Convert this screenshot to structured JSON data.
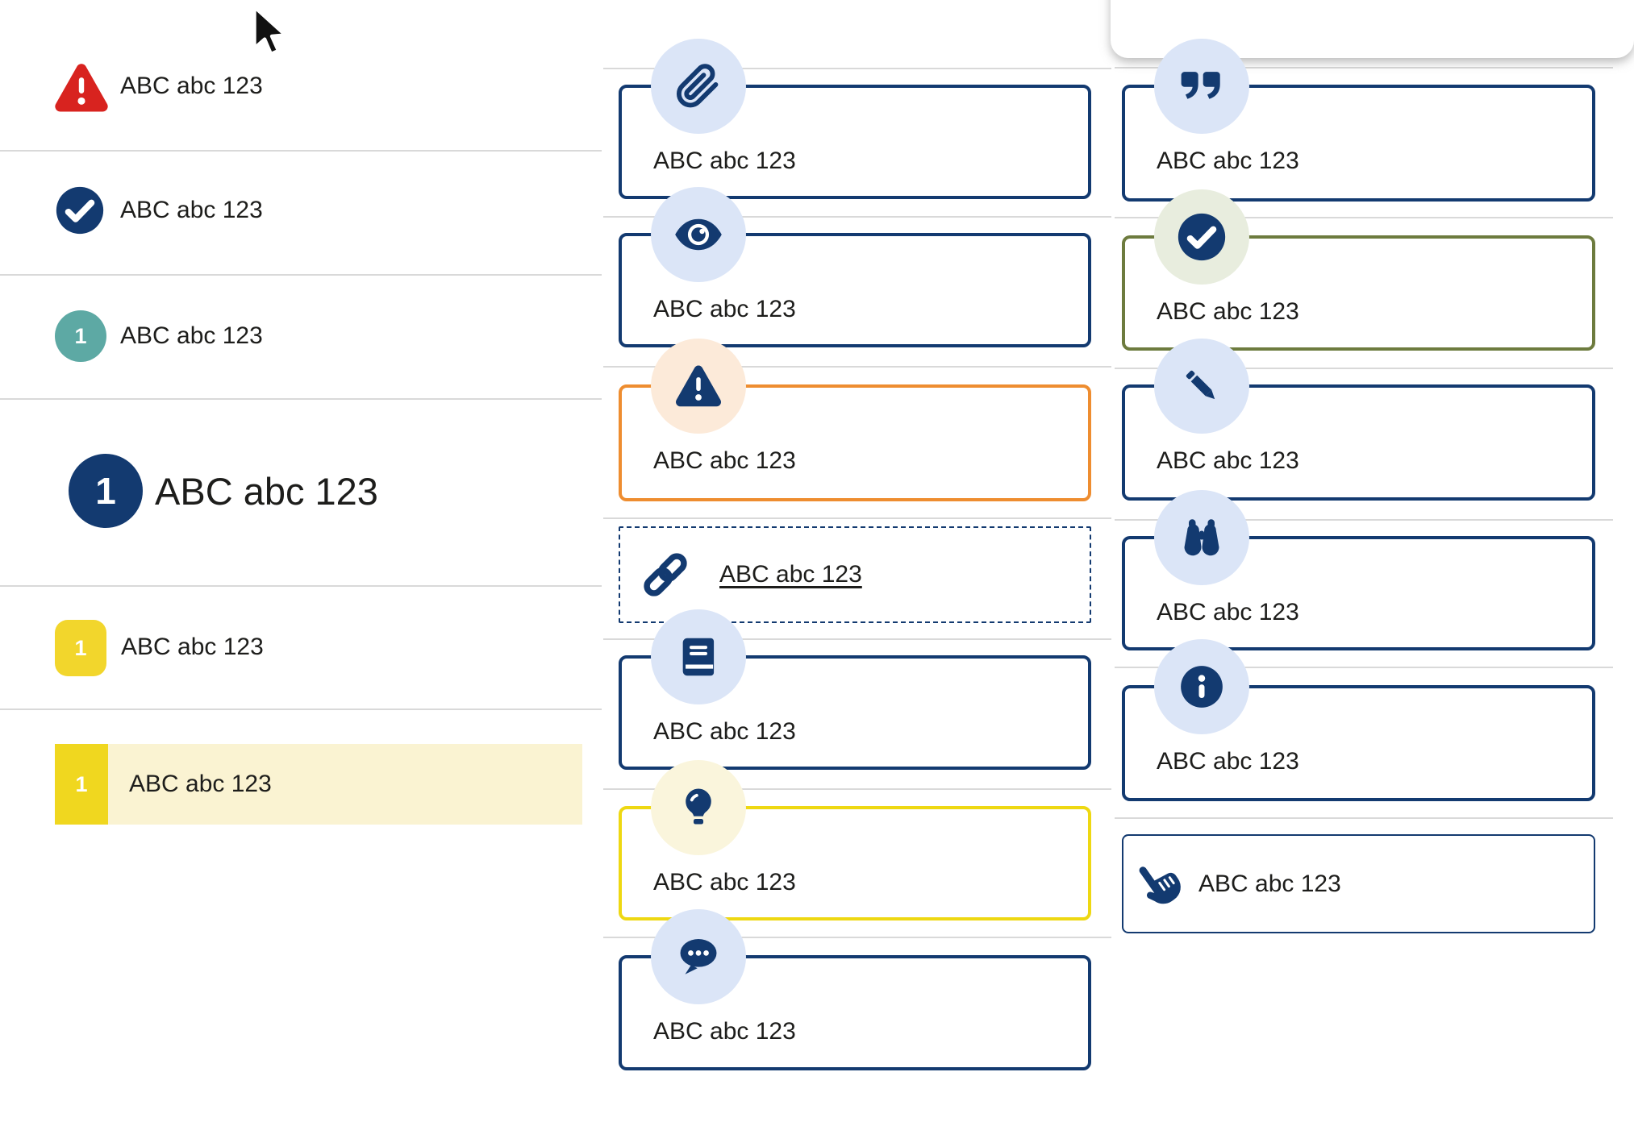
{
  "colors": {
    "navy": "#133a70",
    "red": "#d8231f",
    "teal": "#5da9a4",
    "yellow_badge": "#f2d62c",
    "yellow_block": "#f0d71f",
    "yellow_border": "#eed812",
    "cream_highlight": "#faf3d2",
    "orange_border": "#ee8d30",
    "olive_border": "#6d7b3e",
    "badge_blue": "#dbe5f7",
    "badge_peach": "#fcead9",
    "badge_cream": "#faf5dc",
    "badge_sage": "#e8edde",
    "divider_gray": "#d9d9d9",
    "text": "#1d1d1b"
  },
  "left_list": {
    "items": [
      {
        "icon": "warning-triangle",
        "style": "red-icon",
        "label": "ABC abc 123"
      },
      {
        "icon": "check-circle",
        "style": "navy-icon",
        "label": "ABC abc 123"
      },
      {
        "badge": "1",
        "style": "teal-circle",
        "label": "ABC abc 123"
      },
      {
        "badge": "1",
        "style": "navy-circle-large",
        "label": "ABC abc 123"
      },
      {
        "badge": "1",
        "style": "yellow-rounded",
        "label": "ABC abc 123"
      },
      {
        "badge": "1",
        "style": "yellow-highlight",
        "label": "ABC abc 123"
      }
    ]
  },
  "middle_callouts": [
    {
      "icon": "paperclip",
      "style": "navy",
      "label": "ABC abc 123"
    },
    {
      "icon": "eye",
      "style": "navy",
      "label": "ABC abc 123"
    },
    {
      "icon": "warning-triangle",
      "style": "orange",
      "label": "ABC abc 123"
    },
    {
      "icon": "link",
      "style": "dashed-link",
      "label": "ABC abc 123"
    },
    {
      "icon": "book",
      "style": "navy",
      "label": "ABC abc 123"
    },
    {
      "icon": "lightbulb",
      "style": "yellow",
      "label": "ABC abc 123"
    },
    {
      "icon": "chat",
      "style": "navy",
      "label": "ABC abc 123"
    }
  ],
  "right_callouts": [
    {
      "icon": "quote",
      "style": "navy",
      "label": "ABC abc 123"
    },
    {
      "icon": "check-circle",
      "style": "olive",
      "label": "ABC abc 123"
    },
    {
      "icon": "pencil",
      "style": "navy",
      "label": "ABC abc 123"
    },
    {
      "icon": "binoculars",
      "style": "navy",
      "label": "ABC abc 123"
    },
    {
      "icon": "info",
      "style": "navy",
      "label": "ABC abc 123"
    },
    {
      "icon": "hand-pointer",
      "style": "inline-hand",
      "label": "ABC abc 123"
    }
  ]
}
